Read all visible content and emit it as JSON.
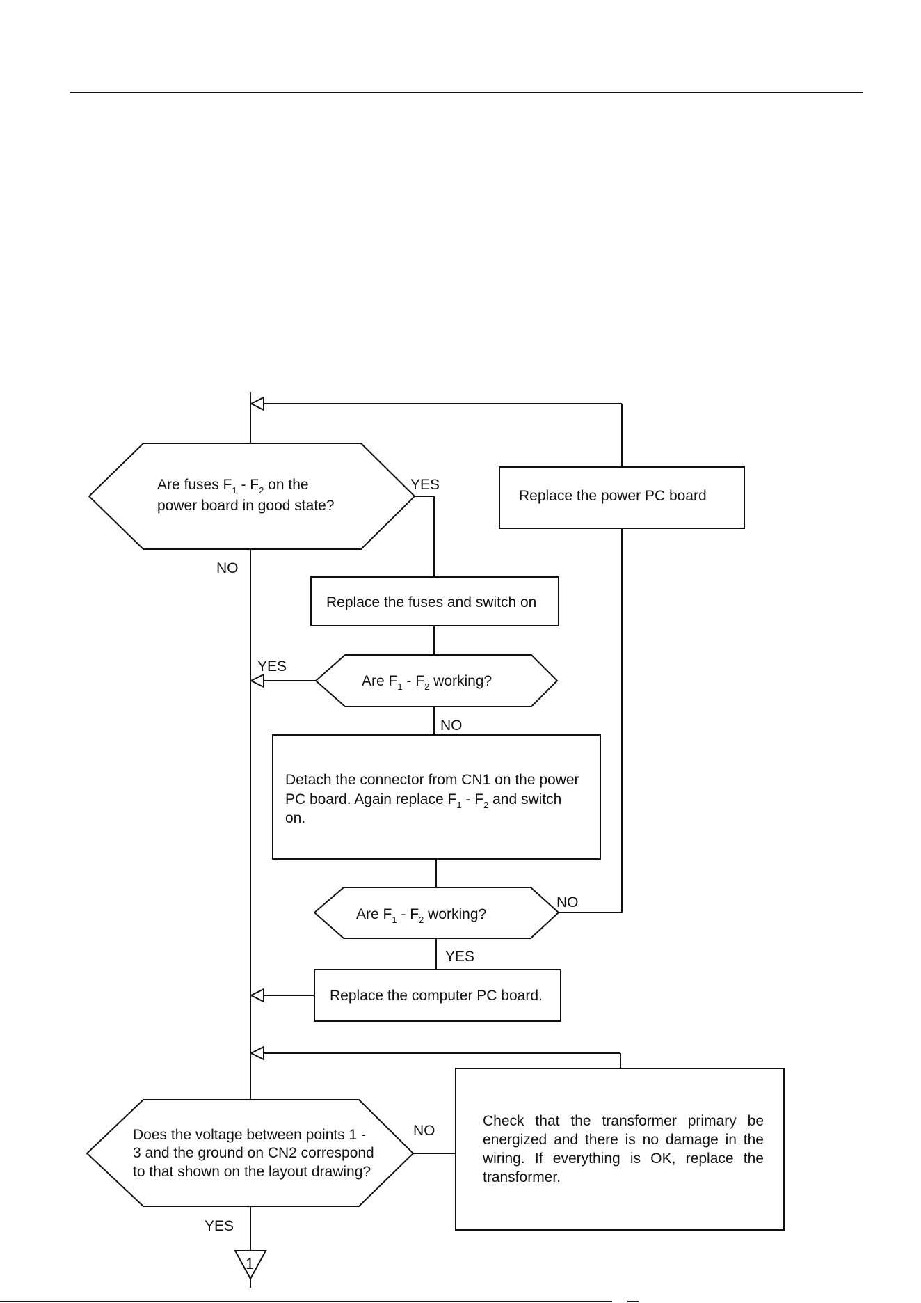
{
  "nodes": {
    "q_fuses": {
      "line1": "Are fuses F",
      "line1_b": " - F",
      "line1_c": " on the",
      "line2": "power board in good state?"
    },
    "replace_power_pc": {
      "label": "Replace the power PC board"
    },
    "replace_fuses": {
      "label": "Replace the fuses and switch on"
    },
    "q_working_1": {
      "a": "Are F",
      "b": " - F",
      "c": " working?"
    },
    "detach": {
      "line1": "Detach the connector from CN1 on the power",
      "line2a": "PC board. Again replace F",
      "line2b": " - F",
      "line2c": " and switch",
      "line3": "on."
    },
    "q_working_2": {
      "a": "Are F",
      "b": " - F",
      "c": " working?"
    },
    "replace_computer_pc": {
      "label": "Replace the computer PC board."
    },
    "q_voltage": {
      "line1": "Does the voltage between points 1 -",
      "line2": "3 and the ground on CN2 correspond",
      "line3": "to that shown on the layout drawing?"
    },
    "check_transformer": {
      "text": "Check that the transformer primary be energized and there is no damage in the wiring. If everything is OK, replace the transformer."
    }
  },
  "subscripts": {
    "one": "1",
    "two": "2"
  },
  "edge_labels": {
    "fuses_yes": "YES",
    "fuses_no": "NO",
    "working1_yes": "YES",
    "working1_no": "NO",
    "working2_no": "NO",
    "working2_yes": "YES",
    "voltage_no": "NO",
    "voltage_yes": "YES"
  },
  "connector": {
    "label": "1"
  }
}
